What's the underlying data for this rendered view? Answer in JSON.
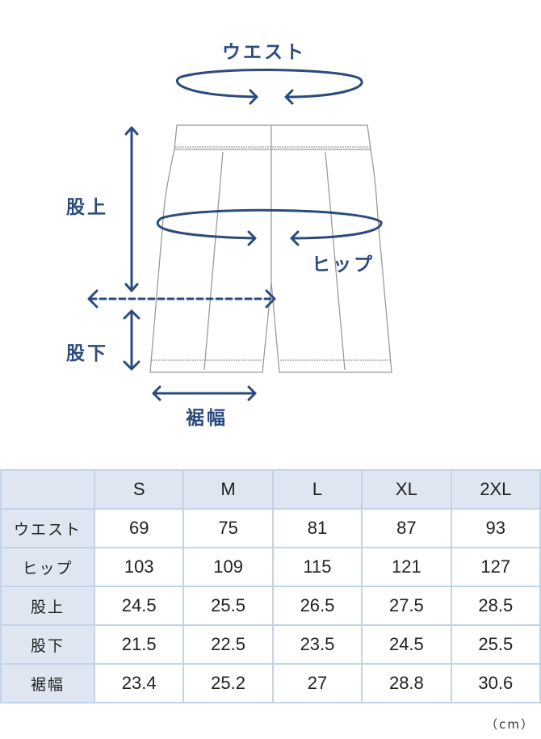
{
  "diagram": {
    "waist": "ウエスト",
    "hip": "ヒップ",
    "rise": "股上",
    "inseam": "股下",
    "hem_width": "裾幅"
  },
  "colors": {
    "accent": "#2b4a7e",
    "header_bg": "#dee6f1",
    "border": "#c3d3e8"
  },
  "table": {
    "headers": [
      "",
      "S",
      "M",
      "L",
      "XL",
      "2XL"
    ],
    "rows": [
      {
        "label": "ウエスト",
        "values": [
          "69",
          "75",
          "81",
          "87",
          "93"
        ]
      },
      {
        "label": "ヒップ",
        "values": [
          "103",
          "109",
          "115",
          "121",
          "127"
        ]
      },
      {
        "label": "股上",
        "values": [
          "24.5",
          "25.5",
          "26.5",
          "27.5",
          "28.5"
        ]
      },
      {
        "label": "股下",
        "values": [
          "21.5",
          "22.5",
          "23.5",
          "24.5",
          "25.5"
        ]
      },
      {
        "label": "裾幅",
        "values": [
          "23.4",
          "25.2",
          "27",
          "28.8",
          "30.6"
        ]
      }
    ],
    "unit": "（cm）"
  }
}
